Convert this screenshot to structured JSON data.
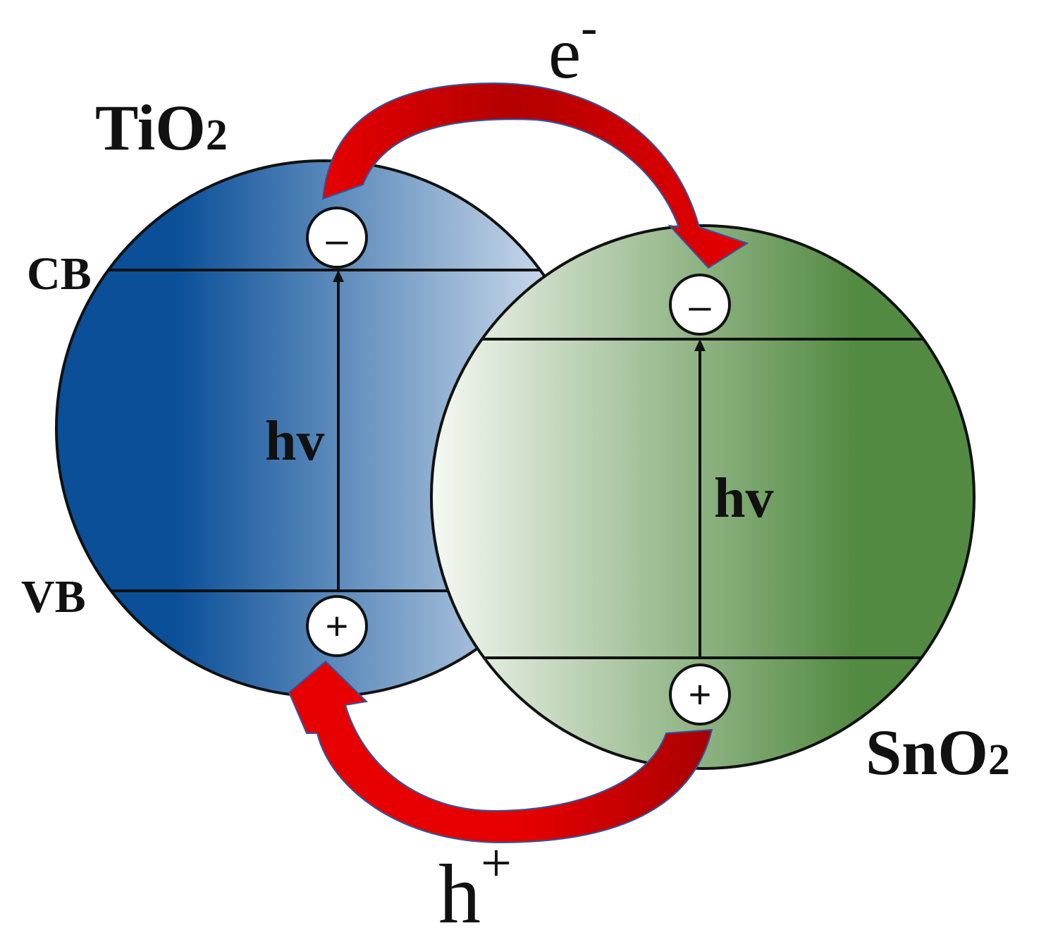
{
  "labels": {
    "tio2_main": "TiO",
    "tio2_sub": "2",
    "sno2_main": "SnO",
    "sno2_sub": "2",
    "cb": "CB",
    "vb": "VB",
    "hv_left": "hv",
    "hv_right": "hv",
    "electron_main": "e",
    "electron_sup": "-",
    "hole_main": "h",
    "hole_sup": "+",
    "minus": "–",
    "plus": "+"
  },
  "colors": {
    "tio2_dark": "#0a4f98",
    "tio2_light": "#dfe8f3",
    "sno2_light": "#f5f9f3",
    "sno2_dark": "#538a42",
    "arrow_red": "#e60000",
    "arrow_dark_red": "#a80000",
    "arrow_edge": "#2a5aa6",
    "line": "#111111"
  }
}
